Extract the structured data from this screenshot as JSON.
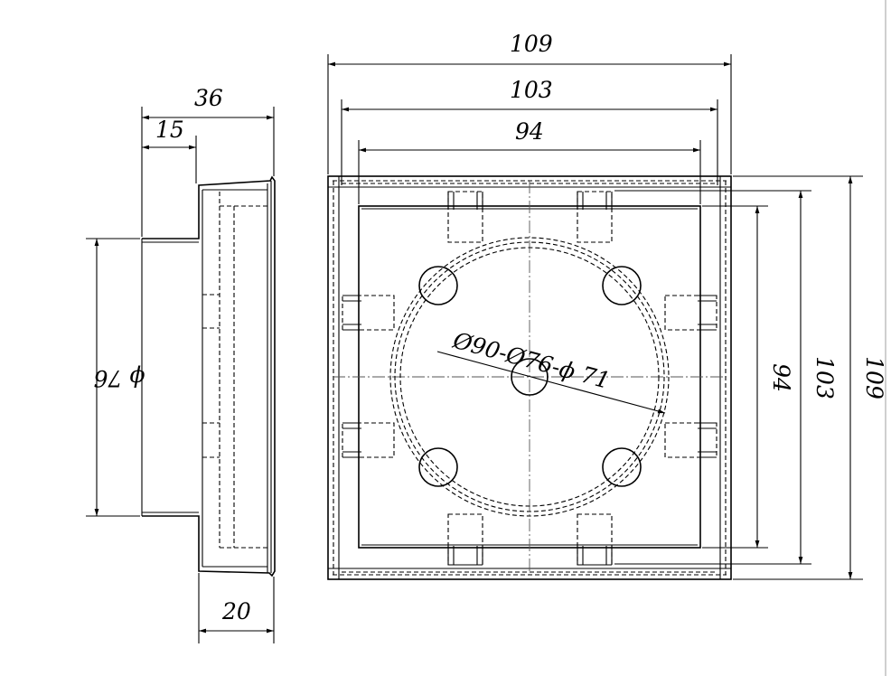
{
  "dimensions": {
    "overall_width_outer": "109",
    "overall_width_mid": "103",
    "overall_width_inner": "94",
    "side_depth_total": "36",
    "side_flange_depth": "15",
    "side_bottom_width": "20",
    "side_pipe_diameter": "ϕ 76",
    "height_outer": "109",
    "height_mid": "103",
    "height_inner": "94",
    "circle_callout": "Ø90-Ø76-ϕ 71"
  }
}
